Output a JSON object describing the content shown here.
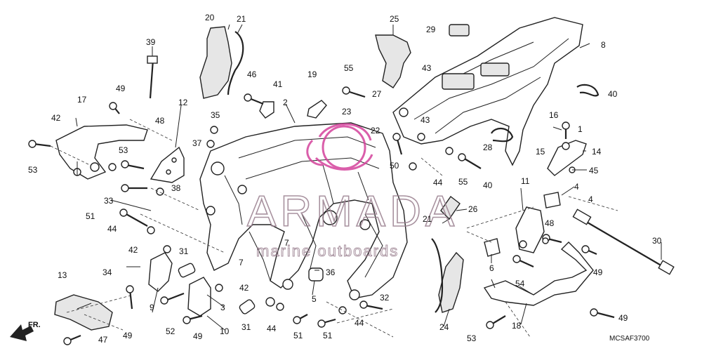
{
  "diagram": {
    "code": "MCSAF3700",
    "direction_label": "FR.",
    "watermark": {
      "brand": "ARMADA",
      "tagline": "marine outboards",
      "color": "#d4439c"
    },
    "callouts": [
      {
        "id": "c1",
        "label": "1"
      },
      {
        "id": "c2",
        "label": "2"
      },
      {
        "id": "c3",
        "label": "3"
      },
      {
        "id": "c4a",
        "label": "4"
      },
      {
        "id": "c4b",
        "label": "4"
      },
      {
        "id": "c5",
        "label": "5"
      },
      {
        "id": "c6",
        "label": "6"
      },
      {
        "id": "c7a",
        "label": "7"
      },
      {
        "id": "c7b",
        "label": "7"
      },
      {
        "id": "c8",
        "label": "8"
      },
      {
        "id": "c9",
        "label": "9"
      },
      {
        "id": "c10",
        "label": "10"
      },
      {
        "id": "c11",
        "label": "11"
      },
      {
        "id": "c12",
        "label": "12"
      },
      {
        "id": "c13",
        "label": "13"
      },
      {
        "id": "c14",
        "label": "14"
      },
      {
        "id": "c15",
        "label": "15"
      },
      {
        "id": "c16",
        "label": "16"
      },
      {
        "id": "c17",
        "label": "17"
      },
      {
        "id": "c18",
        "label": "18"
      },
      {
        "id": "c19",
        "label": "19"
      },
      {
        "id": "c20",
        "label": "20"
      },
      {
        "id": "c21a",
        "label": "21"
      },
      {
        "id": "c21b",
        "label": "21"
      },
      {
        "id": "c22",
        "label": "22"
      },
      {
        "id": "c23",
        "label": "23"
      },
      {
        "id": "c24",
        "label": "24"
      },
      {
        "id": "c25",
        "label": "25"
      },
      {
        "id": "c26",
        "label": "26"
      },
      {
        "id": "c27",
        "label": "27"
      },
      {
        "id": "c28",
        "label": "28"
      },
      {
        "id": "c29",
        "label": "29"
      },
      {
        "id": "c30",
        "label": "30"
      },
      {
        "id": "c31a",
        "label": "31"
      },
      {
        "id": "c31b",
        "label": "31"
      },
      {
        "id": "c32",
        "label": "32"
      },
      {
        "id": "c33",
        "label": "33"
      },
      {
        "id": "c34",
        "label": "34"
      },
      {
        "id": "c35",
        "label": "35"
      },
      {
        "id": "c36",
        "label": "36"
      },
      {
        "id": "c37",
        "label": "37"
      },
      {
        "id": "c38",
        "label": "38"
      },
      {
        "id": "c39",
        "label": "39"
      },
      {
        "id": "c40a",
        "label": "40"
      },
      {
        "id": "c40b",
        "label": "40"
      },
      {
        "id": "c41",
        "label": "41"
      },
      {
        "id": "c42a",
        "label": "42"
      },
      {
        "id": "c42b",
        "label": "42"
      },
      {
        "id": "c42c",
        "label": "42"
      },
      {
        "id": "c43a",
        "label": "43"
      },
      {
        "id": "c43b",
        "label": "43"
      },
      {
        "id": "c44a",
        "label": "44"
      },
      {
        "id": "c44b",
        "label": "44"
      },
      {
        "id": "c44c",
        "label": "44"
      },
      {
        "id": "c44d",
        "label": "44"
      },
      {
        "id": "c45",
        "label": "45"
      },
      {
        "id": "c46",
        "label": "46"
      },
      {
        "id": "c47",
        "label": "47"
      },
      {
        "id": "c48a",
        "label": "48"
      },
      {
        "id": "c48b",
        "label": "48"
      },
      {
        "id": "c49a",
        "label": "49"
      },
      {
        "id": "c49b",
        "label": "49"
      },
      {
        "id": "c49c",
        "label": "49"
      },
      {
        "id": "c49d",
        "label": "49"
      },
      {
        "id": "c49e",
        "label": "49"
      },
      {
        "id": "c50",
        "label": "50"
      },
      {
        "id": "c51a",
        "label": "51"
      },
      {
        "id": "c51b",
        "label": "51"
      },
      {
        "id": "c51c",
        "label": "51"
      },
      {
        "id": "c52",
        "label": "52"
      },
      {
        "id": "c53a",
        "label": "53"
      },
      {
        "id": "c53b",
        "label": "53"
      },
      {
        "id": "c53c",
        "label": "53"
      },
      {
        "id": "c54",
        "label": "54"
      },
      {
        "id": "c55a",
        "label": "55"
      },
      {
        "id": "c55b",
        "label": "55"
      }
    ]
  }
}
